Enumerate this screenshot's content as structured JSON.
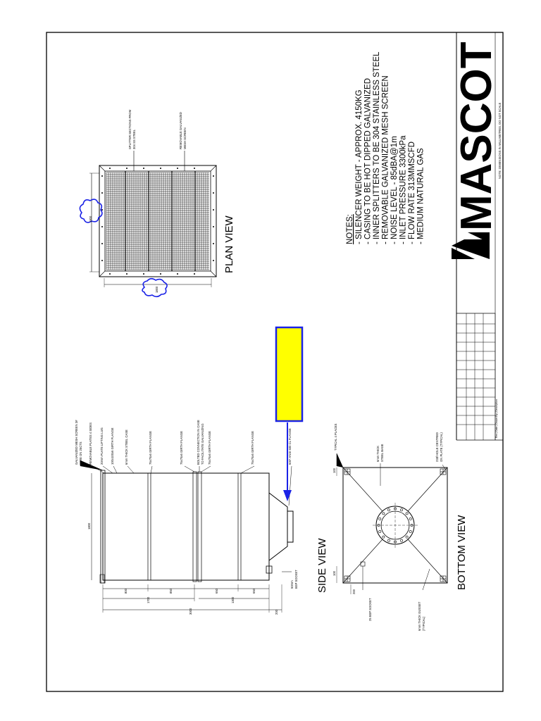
{
  "logo": {
    "text": "MASCOT"
  },
  "header_note": "NOTE: DIMENSIONS IN MILLIMETRES, DO NOT SCALE",
  "views": {
    "plan": "PLAN VIEW",
    "side": "SIDE VIEW",
    "bottom": "BOTTOM VIEW"
  },
  "notes": {
    "heading": "NOTES:",
    "lines": [
      "- SILENCER WEIGHT - APPROX. 4150KG",
      "- CASING TO BE HOT DIPPED GALVANIZED",
      "- INNER SPLITTERS TO BE 304 STAINLESS STEEL",
      "- REMOVABLE GALVANIZED MESH SCREEN",
      "- NOISE LEVEL - 85dBA@1m",
      "- INLET PRESSURE 3300kPa",
      "- FLOW RATE 313MMSCFD",
      "- MEDIUM NATURAL GAS"
    ]
  },
  "plan_labels": {
    "splitter": [
      "SPLITTER SECTIONS FROM",
      "304 SS STEEL"
    ],
    "mesh": [
      "REMOVABLE GALVANIZED",
      "MESH SCREEN"
    ],
    "dim_x": "1800",
    "dim_y": "1800"
  },
  "side_labels": [
    [
      "GALVANIZED MESH SCREEN 3#",
      "WIRE ON 25CTS"
    ],
    [
      "REMOVABLE PLATES 4 SIDES"
    ],
    [
      "20mm PLATE LIFTING LUG"
    ],
    [
      "100x100x6 GIRTH FLANGE"
    ],
    [
      "6mm THICK STEEL CASE"
    ],
    [
      "75x75x6 GIRTH FLANGE"
    ],
    [
      "75x75x6 GIRTH FLANGE"
    ],
    [
      "BOLTED CONNECTION IN CASE",
      "TO FACILITATE GALVANIZING"
    ],
    [
      "75x75x6 GIRTH FLANGE"
    ],
    [
      "75x75x6 GIRTH FLANGE"
    ],
    [
      "600* ANSI 600 CL FLANGE"
    ]
  ],
  "side_dims": {
    "top": "1800",
    "segments": [
      "800",
      "850",
      "650",
      "650"
    ],
    "span1": "1700",
    "span2": "1300",
    "overall": "3000",
    "base": "200"
  },
  "socket_label": [
    "50mm",
    "BSP SOCKET"
  ],
  "bottom_labels": {
    "typical": "TYPICAL 4 PLACES",
    "base": [
      "6mm THICK",
      "STEEL BASE"
    ],
    "hole": [
      "22Ø HOLE CENTRED",
      "ON PLATE (TYPICAL)"
    ],
    "socket": "25 BSP SOCKET",
    "gusset": [
      "6mm THICK GUSSET",
      "(TYPICAL)"
    ],
    "dim_a": "100",
    "dim_b": "200",
    "dim_c": "100"
  },
  "title_block_header": "Rev | Date | Drawn By | Description",
  "colors": {
    "cloud": "#1a22e6",
    "arrow": "#1a22e6",
    "highlight": "#ffff00",
    "highlight_border": "#1a22e6",
    "ink": "#000000"
  }
}
